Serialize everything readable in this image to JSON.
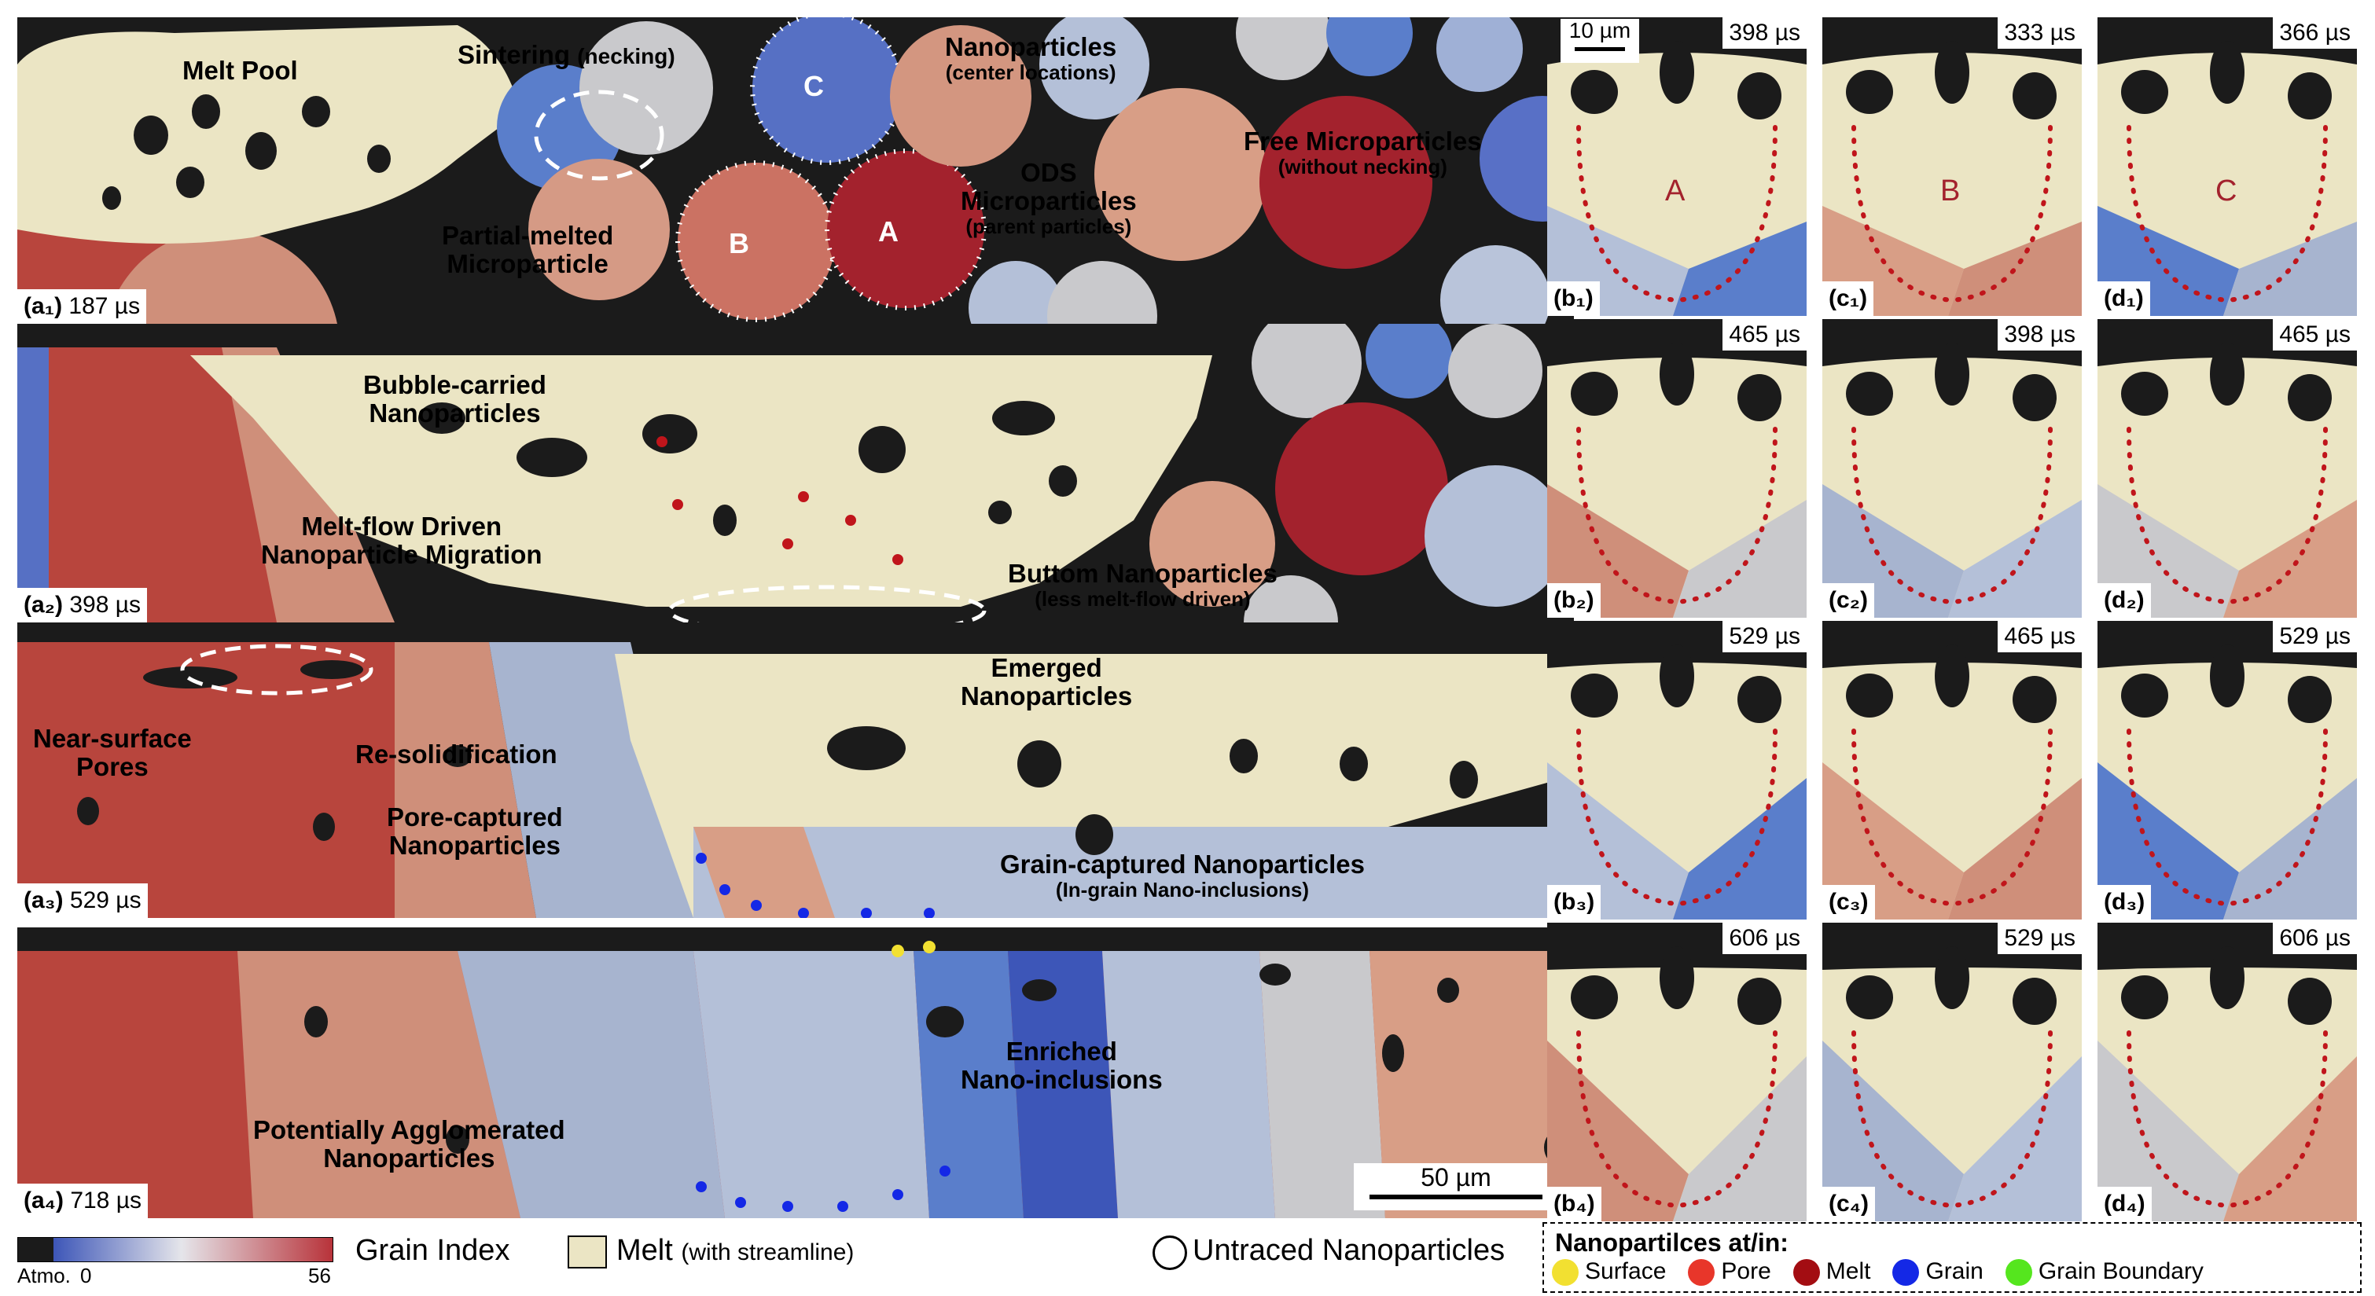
{
  "panels": {
    "a1": {
      "label": "(a₁)",
      "time": "187 µs"
    },
    "a2": {
      "label": "(a₂)",
      "time": "398 µs"
    },
    "a3": {
      "label": "(a₃)",
      "time": "529 µs"
    },
    "a4": {
      "label": "(a₄)",
      "time": "718 µs"
    }
  },
  "annotations": {
    "melt_pool": "Melt Pool",
    "sintering": "Sintering",
    "sintering_sub": "(necking)",
    "nanoparticles": "Nanoparticles",
    "nanoparticles_sub": "(center locations)",
    "ods": "ODS",
    "microparticles": "Microparticles",
    "microparticles_sub": "(parent particles)",
    "free_micro": "Free Microparticles",
    "free_micro_sub": "(without necking)",
    "partial_melted_1": "Partial-melted",
    "partial_melted_2": "Microparticle",
    "label_a": "A",
    "label_b": "B",
    "label_c": "C",
    "bubble_1": "Bubble-carried",
    "bubble_2": "Nanoparticles",
    "meltflow_1": "Melt-flow Driven",
    "meltflow_2": "Nanoparticle Migration",
    "bottom": "Buttom Nanoparticles",
    "bottom_sub": "(less melt-flow driven)",
    "near_surface_1": "Near-surface",
    "near_surface_2": "Pores",
    "resolid": "Re-solidification",
    "emerged_1": "Emerged",
    "emerged_2": "Nanoparticles",
    "pore_cap_1": "Pore-captured",
    "pore_cap_2": "Nanoparticles",
    "grain_cap": "Grain-captured  Nanoparticles",
    "grain_cap_sub": "(In-grain Nano-inclusions)",
    "enriched_1": "Enriched",
    "enriched_2": "Nano-inclusions",
    "agglom_1": "Potentially Agglomerated",
    "agglom_2": "Nanoparticles"
  },
  "scale_bars": {
    "main": "50 µm",
    "zoom": "10 µm"
  },
  "zoom_panels": [
    {
      "label": "(b₁)",
      "time": "398 µs",
      "letter": "A"
    },
    {
      "label": "(c₁)",
      "time": "333 µs",
      "letter": "B"
    },
    {
      "label": "(d₁)",
      "time": "366 µs",
      "letter": "C"
    },
    {
      "label": "(b₂)",
      "time": "465 µs",
      "letter": ""
    },
    {
      "label": "(c₂)",
      "time": "398 µs",
      "letter": ""
    },
    {
      "label": "(d₂)",
      "time": "465 µs",
      "letter": ""
    },
    {
      "label": "(b₃)",
      "time": "529 µs",
      "letter": ""
    },
    {
      "label": "(c₃)",
      "time": "465 µs",
      "letter": ""
    },
    {
      "label": "(d₃)",
      "time": "529 µs",
      "letter": ""
    },
    {
      "label": "(b₄)",
      "time": "606 µs",
      "letter": ""
    },
    {
      "label": "(c₄)",
      "time": "529 µs",
      "letter": ""
    },
    {
      "label": "(d₄)",
      "time": "606 µs",
      "letter": ""
    }
  ],
  "legend": {
    "atmo": "Atmo.",
    "zero": "0",
    "max": "56",
    "grain_index": "Grain Index",
    "melt": "Melt",
    "melt_sub": "(with streamline)",
    "untraced": "Untraced Nanoparticles",
    "nano_title": "Nanopartilces at/in:",
    "items": [
      {
        "label": "Surface",
        "color": "#f2e031"
      },
      {
        "label": "Pore",
        "color": "#e8362a"
      },
      {
        "label": "Melt",
        "color": "#a30d12"
      },
      {
        "label": "Grain",
        "color": "#1428e6"
      },
      {
        "label": "Grain Boundary",
        "color": "#55e61e"
      }
    ]
  },
  "colors": {
    "melt": "#ebe5c4",
    "pore": "#1b1b1b",
    "grain_low": "#3d56b8",
    "grain_high": "#b8333a"
  }
}
